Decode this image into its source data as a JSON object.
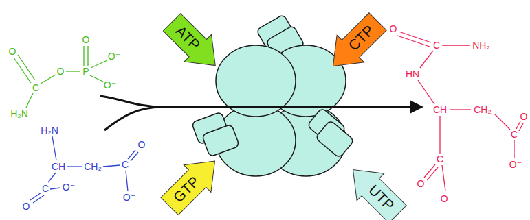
{
  "diagram": {
    "nodes": [
      {
        "text": [
          "ATP"
        ]
      },
      {
        "text": [
          "CTP"
        ]
      },
      {
        "text": [
          "GTP"
        ]
      },
      {
        "text": [
          "UTP"
        ]
      }
    ],
    "labels": [
      "O",
      "C",
      "O",
      "P",
      "O",
      "O⁻",
      "O⁻",
      "H₂N",
      "H₂N",
      "CH",
      "CH₂",
      "C",
      "O",
      "O⁻",
      "C",
      "O",
      "O⁻",
      "O",
      "C",
      "NH₂",
      "HN",
      "CH",
      "CH₂",
      "C",
      "O",
      "O⁻",
      "C",
      "O",
      "O⁻"
    ]
  }
}
